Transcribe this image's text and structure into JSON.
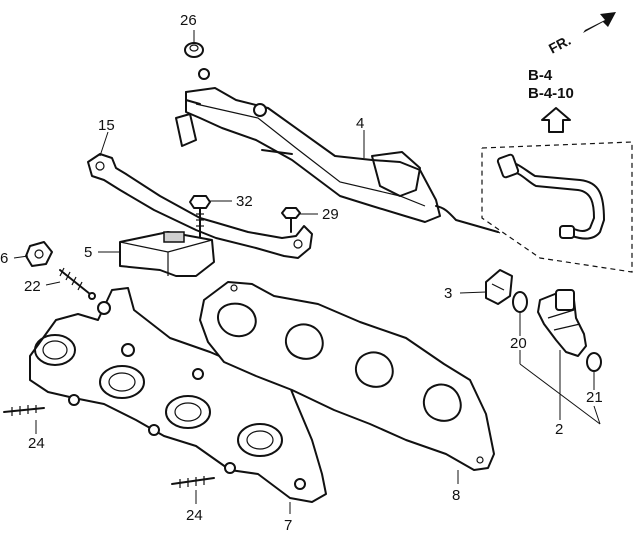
{
  "front_marker": "FR.",
  "references": [
    "B-4",
    "B-4-10"
  ],
  "callouts": {
    "p26": "26",
    "p4": "4",
    "p15": "15",
    "p32": "32",
    "p29": "29",
    "p6": "6",
    "p5": "5",
    "p22": "22",
    "p3": "3",
    "p20": "20",
    "p21": "21",
    "p2": "2",
    "p24a": "24",
    "p24b": "24",
    "p8": "8",
    "p7": "7"
  }
}
